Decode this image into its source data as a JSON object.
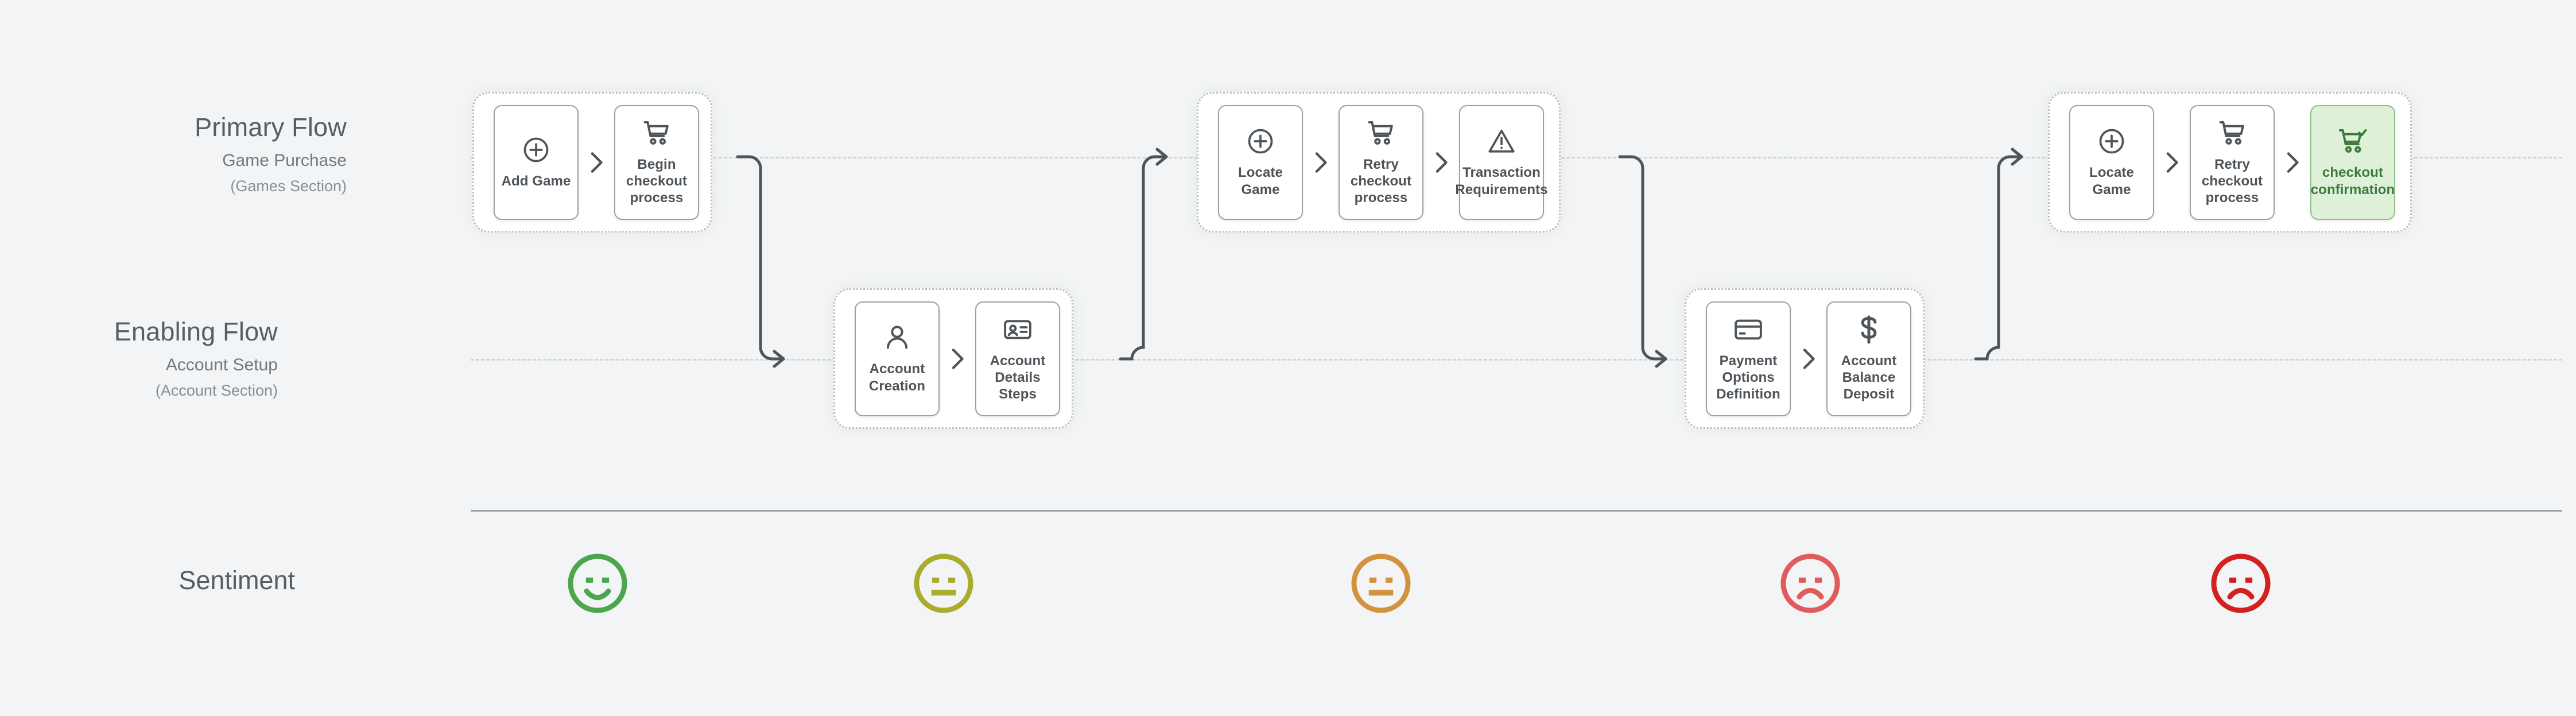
{
  "rows": {
    "primary": {
      "title": "Primary Flow",
      "subtitle": "Game Purchase",
      "section": "(Games Section)"
    },
    "enabling": {
      "title": "Enabling Flow",
      "subtitle": "Account Setup",
      "section": "(Account Section)"
    },
    "sentiment": {
      "title": "Sentiment"
    }
  },
  "groups": [
    {
      "id": "primary-group-1",
      "row": "primary",
      "steps": [
        {
          "label": "Add Game",
          "icon": "plus-circle-icon",
          "state": "default"
        },
        {
          "label": "Begin checkout process",
          "icon": "shopping-cart-icon",
          "state": "default"
        }
      ]
    },
    {
      "id": "enabling-group-1",
      "row": "enabling",
      "steps": [
        {
          "label": "Account Creation",
          "icon": "person-icon",
          "state": "default"
        },
        {
          "label": "Account Details Steps",
          "icon": "id-card-icon",
          "state": "default"
        }
      ]
    },
    {
      "id": "primary-group-2",
      "row": "primary",
      "steps": [
        {
          "label": "Locate Game",
          "icon": "plus-circle-icon",
          "state": "default"
        },
        {
          "label": "Retry checkout process",
          "icon": "shopping-cart-icon",
          "state": "default"
        },
        {
          "label": "Transaction Requirements",
          "icon": "warning-triangle-icon",
          "state": "default"
        }
      ]
    },
    {
      "id": "enabling-group-2",
      "row": "enabling",
      "steps": [
        {
          "label": "Payment Options Definition",
          "icon": "credit-card-icon",
          "state": "default"
        },
        {
          "label": "Account Balance Deposit",
          "icon": "dollar-sign-icon",
          "state": "default"
        }
      ]
    },
    {
      "id": "primary-group-3",
      "row": "primary",
      "steps": [
        {
          "label": "Locate Game",
          "icon": "plus-circle-icon",
          "state": "default"
        },
        {
          "label": "Retry checkout process",
          "icon": "shopping-cart-icon",
          "state": "default"
        },
        {
          "label": "checkout confirmation",
          "icon": "cart-check-icon",
          "state": "success"
        }
      ]
    }
  ],
  "connectors": [
    {
      "id": "connector-down-1",
      "direction": "down",
      "from_row": "primary",
      "to_row": "enabling"
    },
    {
      "id": "connector-up-1",
      "direction": "up",
      "from_row": "enabling",
      "to_row": "primary"
    },
    {
      "id": "connector-down-2",
      "direction": "down",
      "from_row": "primary",
      "to_row": "enabling"
    },
    {
      "id": "connector-up-2",
      "direction": "up",
      "from_row": "enabling",
      "to_row": "primary"
    }
  ],
  "sentiments": [
    {
      "id": "sentiment-1",
      "mood": "happy",
      "icon": "smiley-happy-icon",
      "color": "#4ca64c"
    },
    {
      "id": "sentiment-2",
      "mood": "neutral",
      "icon": "smiley-neutral-icon",
      "color": "#a8ad2e"
    },
    {
      "id": "sentiment-3",
      "mood": "neutral",
      "icon": "smiley-neutral-icon",
      "color": "#d3923d"
    },
    {
      "id": "sentiment-4",
      "mood": "sad",
      "icon": "smiley-sad-icon",
      "color": "#e05c5c"
    },
    {
      "id": "sentiment-5",
      "mood": "sad",
      "icon": "smiley-sad-icon",
      "color": "#d32020"
    }
  ],
  "colors": {
    "background": "#f2f4f5",
    "card_border": "#9aa1a7",
    "text": "#4d545a",
    "success_bg": "#dff0d8",
    "success_text": "#3c7a3c",
    "guideline": "#d0d5d8",
    "connector": "#4d545a"
  }
}
